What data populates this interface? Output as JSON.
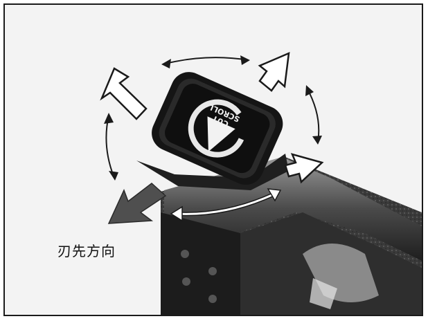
{
  "caption": "刃先方向",
  "knob": {
    "line1": "SCROLL",
    "line2": "CUT"
  },
  "colors": {
    "frame": "#1a1a1a",
    "paper": "#f3f3f3",
    "tool": "#2b2b2b",
    "arrow_fill": "#ffffff",
    "blade_arrow": "#505050"
  }
}
